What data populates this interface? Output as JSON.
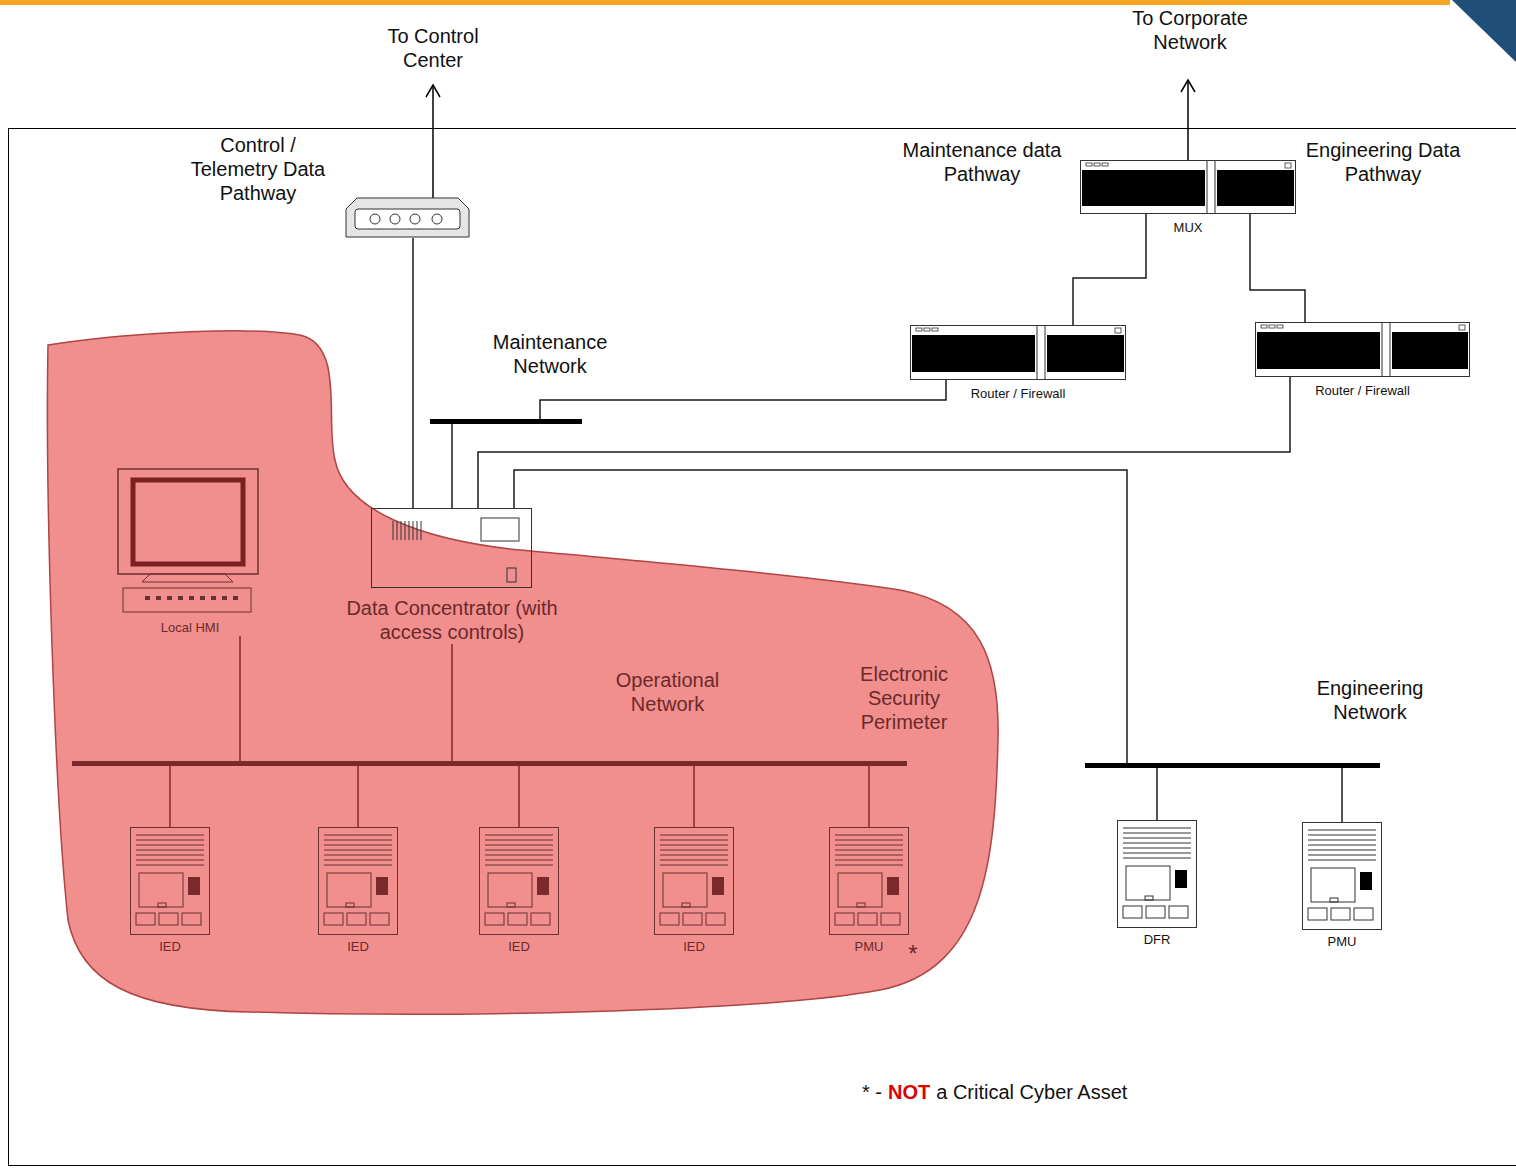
{
  "diagram": {
    "nodes": [
      {
        "text": [
          "Electronic Security Perimeter"
        ]
      },
      {
        "text": [
          "Local HMI"
        ],
        "in": 0
      },
      {
        "text": [
          "Data Concentrator (with access controls)"
        ],
        "in": 0
      },
      {
        "text": [
          "Operational Network"
        ],
        "in": 0
      },
      {
        "text": [
          "IED"
        ],
        "in": 0
      },
      {
        "text": [
          "IED"
        ],
        "in": 0
      },
      {
        "text": [
          "IED"
        ],
        "in": 0
      },
      {
        "text": [
          "IED"
        ],
        "in": 0
      },
      {
        "text": [
          "PMU"
        ],
        "in": 0
      },
      {
        "text": [
          "Control / Telemetry Data Pathway"
        ]
      },
      {
        "text": [
          "Maintenance Network"
        ]
      },
      {
        "text": [
          "Engineering Network"
        ]
      },
      {
        "text": [
          "MUX"
        ]
      },
      {
        "text": [
          "Router / Firewall"
        ]
      },
      {
        "text": [
          "Router / Firewall"
        ]
      },
      {
        "text": [
          "DFR"
        ]
      },
      {
        "text": [
          "PMU"
        ]
      }
    ],
    "edges": [
      {
        "from": 2,
        "to": 9,
        "arrow": "none"
      },
      {
        "from": 2,
        "to": 10,
        "arrow": "none"
      },
      {
        "from": 2,
        "to": 14,
        "arrow": "none"
      },
      {
        "from": 2,
        "to": 11,
        "arrow": "none"
      },
      {
        "from": 1,
        "to": 3,
        "arrow": "none"
      },
      {
        "from": 2,
        "to": 3,
        "arrow": "none"
      },
      {
        "from": 4,
        "to": 3,
        "arrow": "none"
      },
      {
        "from": 5,
        "to": 3,
        "arrow": "none"
      },
      {
        "from": 6,
        "to": 3,
        "arrow": "none"
      },
      {
        "from": 7,
        "to": 3,
        "arrow": "none"
      },
      {
        "from": 8,
        "to": 3,
        "arrow": "none"
      },
      {
        "from": 10,
        "to": 13,
        "arrow": "none"
      },
      {
        "from": 13,
        "to": 12,
        "arrow": "none"
      },
      {
        "from": 14,
        "to": 12,
        "arrow": "none"
      },
      {
        "from": 15,
        "to": 11,
        "arrow": "none"
      },
      {
        "from": 16,
        "to": 11,
        "arrow": "none"
      }
    ],
    "labels": [
      "To Control Center",
      "To Corporate Network",
      "Maintenance data Pathway",
      "Engineering Data Pathway",
      "*",
      "* -",
      "NOT",
      "a Critical Cyber Asset"
    ]
  }
}
